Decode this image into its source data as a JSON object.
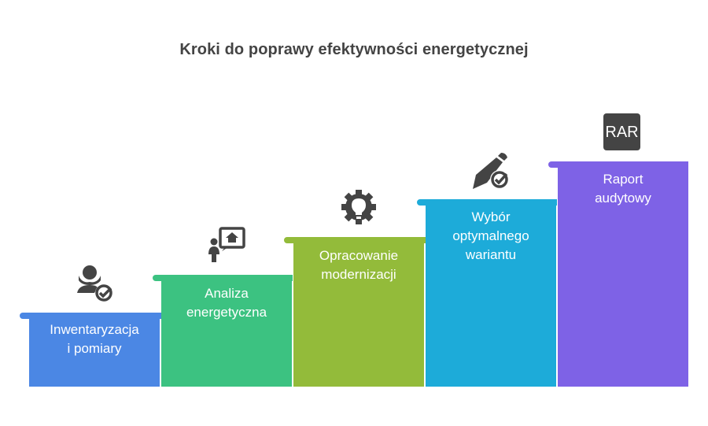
{
  "title": "Kroki do poprawy efektywności energetycznej",
  "steps": [
    {
      "label_line1": "Inwentaryzacja",
      "label_line2": "i pomiary",
      "label_line3": "",
      "color": "#4B87E4",
      "icon": "person-check-icon"
    },
    {
      "label_line1": "Analiza",
      "label_line2": "energetyczna",
      "label_line3": "",
      "color": "#3CC281",
      "icon": "presenter-house-icon"
    },
    {
      "label_line1": "Opracowanie",
      "label_line2": "modernizacji",
      "label_line3": "",
      "color": "#93BB3A",
      "icon": "gear-bulb-icon"
    },
    {
      "label_line1": "Wybór",
      "label_line2": "optymalnego",
      "label_line3": "wariantu",
      "color": "#1DABD9",
      "icon": "pen-check-icon"
    },
    {
      "label_line1": "Raport",
      "label_line2": "audytowy",
      "label_line3": "",
      "color": "#7E62E6",
      "icon": "rar-file-icon"
    }
  ],
  "rar_icon_text": "RAR"
}
